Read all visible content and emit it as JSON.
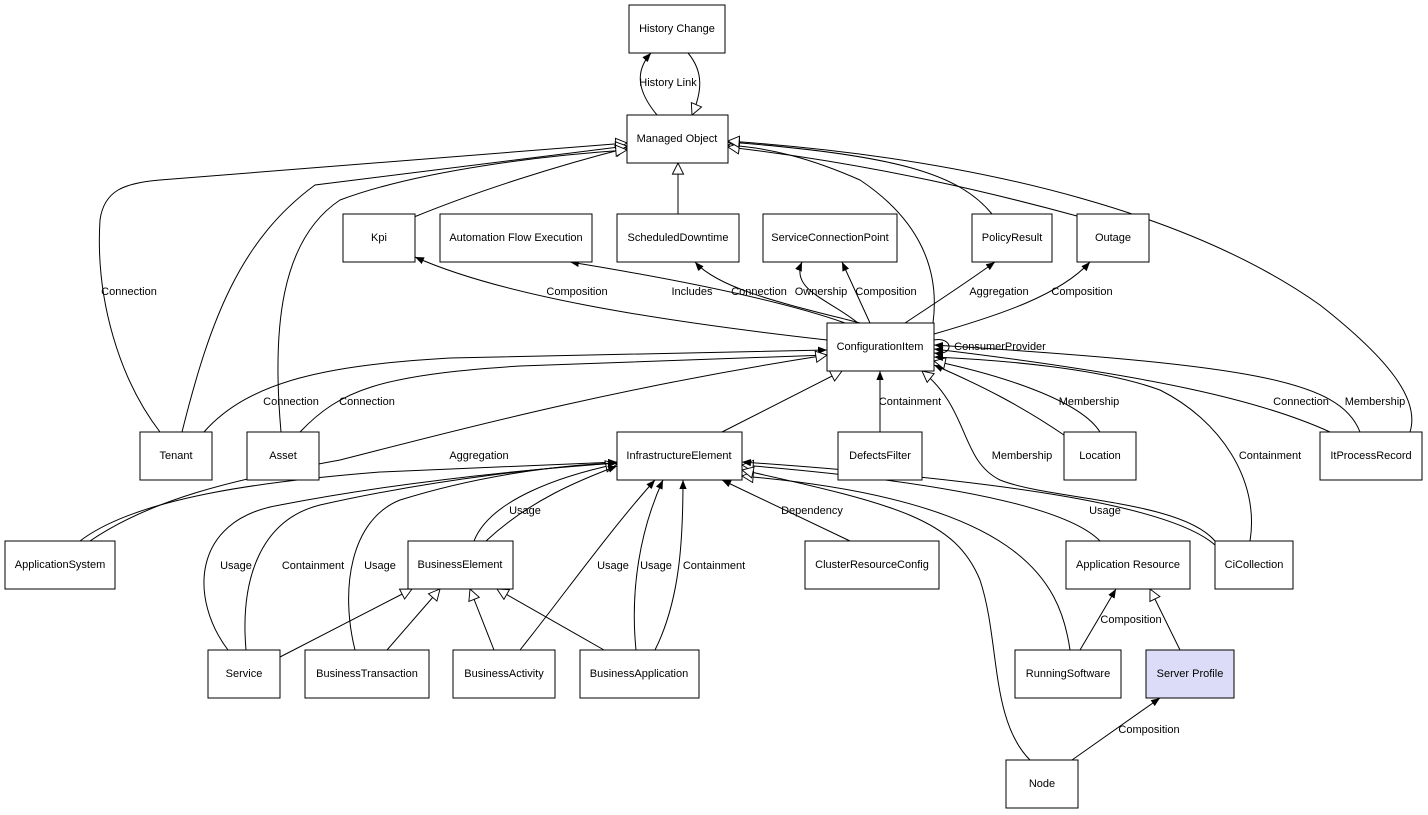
{
  "diagram": {
    "nodes": [
      {
        "id": "history_change",
        "label": "History Change"
      },
      {
        "id": "managed_object",
        "label": "Managed Object"
      },
      {
        "id": "kpi",
        "label": "Kpi"
      },
      {
        "id": "automation_flow_execution",
        "label": "Automation Flow Execution"
      },
      {
        "id": "scheduled_downtime",
        "label": "ScheduledDowntime"
      },
      {
        "id": "service_connection_point",
        "label": "ServiceConnectionPoint"
      },
      {
        "id": "policy_result",
        "label": "PolicyResult"
      },
      {
        "id": "outage",
        "label": "Outage"
      },
      {
        "id": "configuration_item",
        "label": "ConfigurationItem"
      },
      {
        "id": "tenant",
        "label": "Tenant"
      },
      {
        "id": "asset",
        "label": "Asset"
      },
      {
        "id": "infrastructure_element",
        "label": "InfrastructureElement"
      },
      {
        "id": "defects_filter",
        "label": "DefectsFilter"
      },
      {
        "id": "location",
        "label": "Location"
      },
      {
        "id": "it_process_record",
        "label": "ItProcessRecord"
      },
      {
        "id": "application_system",
        "label": "ApplicationSystem"
      },
      {
        "id": "business_element",
        "label": "BusinessElement"
      },
      {
        "id": "cluster_resource_config",
        "label": "ClusterResourceConfig"
      },
      {
        "id": "application_resource",
        "label": "Application Resource"
      },
      {
        "id": "ci_collection",
        "label": "CiCollection"
      },
      {
        "id": "service",
        "label": "Service"
      },
      {
        "id": "business_transaction",
        "label": "BusinessTransaction"
      },
      {
        "id": "business_activity",
        "label": "BusinessActivity"
      },
      {
        "id": "business_application",
        "label": "BusinessApplication"
      },
      {
        "id": "running_software",
        "label": "RunningSoftware"
      },
      {
        "id": "server_profile",
        "label": "Server Profile"
      },
      {
        "id": "node",
        "label": "Node"
      }
    ],
    "edges": [
      {
        "id": "e_hist_link",
        "from": "managed_object",
        "to": "history_change",
        "label": "History Link",
        "kind": "association"
      },
      {
        "id": "e_hist_inherit",
        "from": "history_change",
        "to": "managed_object",
        "label": "",
        "kind": "inheritance"
      },
      {
        "id": "e_sched_mo",
        "from": "scheduled_downtime",
        "to": "managed_object",
        "label": "",
        "kind": "inheritance"
      },
      {
        "id": "e_kpi_mo",
        "from": "kpi",
        "to": "managed_object",
        "label": "",
        "kind": "inheritance"
      },
      {
        "id": "e_tenant_mo",
        "from": "tenant",
        "to": "managed_object",
        "label": "Connection",
        "kind": "inheritance"
      },
      {
        "id": "e_tenant_mo2",
        "from": "tenant",
        "to": "managed_object",
        "label": "",
        "kind": "inheritance"
      },
      {
        "id": "e_asset_mo",
        "from": "asset",
        "to": "managed_object",
        "label": "",
        "kind": "inheritance"
      },
      {
        "id": "e_ci_mo",
        "from": "configuration_item",
        "to": "managed_object",
        "label": "",
        "kind": "inheritance"
      },
      {
        "id": "e_policy_mo",
        "from": "policy_result",
        "to": "managed_object",
        "label": "",
        "kind": "inheritance"
      },
      {
        "id": "e_outage_mo",
        "from": "outage",
        "to": "managed_object",
        "label": "",
        "kind": "inheritance"
      },
      {
        "id": "e_itpr_mo",
        "from": "it_process_record",
        "to": "managed_object",
        "label": "",
        "kind": "inheritance"
      },
      {
        "id": "e_ci_kpi",
        "from": "configuration_item",
        "to": "kpi",
        "label": "Composition",
        "kind": "association"
      },
      {
        "id": "e_ci_afe",
        "from": "configuration_item",
        "to": "automation_flow_execution",
        "label": "Includes",
        "kind": "association"
      },
      {
        "id": "e_ci_sched",
        "from": "configuration_item",
        "to": "scheduled_downtime",
        "label": "Connection",
        "kind": "association"
      },
      {
        "id": "e_ci_scp_own",
        "from": "configuration_item",
        "to": "service_connection_point",
        "label": "Ownership",
        "kind": "association"
      },
      {
        "id": "e_ci_scp_comp",
        "from": "configuration_item",
        "to": "service_connection_point",
        "label": "Composition",
        "kind": "association"
      },
      {
        "id": "e_ci_policy",
        "from": "configuration_item",
        "to": "policy_result",
        "label": "Aggregation",
        "kind": "association"
      },
      {
        "id": "e_ci_outage",
        "from": "configuration_item",
        "to": "outage",
        "label": "Composition",
        "kind": "association"
      },
      {
        "id": "e_ci_self",
        "from": "configuration_item",
        "to": "configuration_item",
        "label": "ConsumerProvider",
        "kind": "association"
      },
      {
        "id": "e_tenant_ci",
        "from": "tenant",
        "to": "configuration_item",
        "label": "Connection",
        "kind": "association"
      },
      {
        "id": "e_asset_ci",
        "from": "asset",
        "to": "configuration_item",
        "label": "Connection",
        "kind": "association"
      },
      {
        "id": "e_ie_ci",
        "from": "infrastructure_element",
        "to": "configuration_item",
        "label": "",
        "kind": "inheritance"
      },
      {
        "id": "e_df_ci",
        "from": "defects_filter",
        "to": "configuration_item",
        "label": "Containment",
        "kind": "association"
      },
      {
        "id": "e_loc_ci_mem",
        "from": "location",
        "to": "configuration_item",
        "label": "Membership",
        "kind": "association"
      },
      {
        "id": "e_loc_ci",
        "from": "location",
        "to": "configuration_item",
        "label": "",
        "kind": "inheritance"
      },
      {
        "id": "e_itpr_ci_conn",
        "from": "it_process_record",
        "to": "configuration_item",
        "label": "Connection",
        "kind": "association"
      },
      {
        "id": "e_itpr_ci_mem",
        "from": "it_process_record",
        "to": "configuration_item",
        "label": "Membership",
        "kind": "association"
      },
      {
        "id": "e_cic_ci_mem",
        "from": "ci_collection",
        "to": "configuration_item",
        "label": "Membership",
        "kind": "inheritance"
      },
      {
        "id": "e_cic_ci_cont",
        "from": "ci_collection",
        "to": "configuration_item",
        "label": "Containment",
        "kind": "association"
      },
      {
        "id": "e_as_ci",
        "from": "application_system",
        "to": "configuration_item",
        "label": "Aggregation",
        "kind": "inheritance"
      },
      {
        "id": "e_as_ie",
        "from": "application_system",
        "to": "infrastructure_element",
        "label": "",
        "kind": "association"
      },
      {
        "id": "e_be_ie",
        "from": "business_element",
        "to": "infrastructure_element",
        "label": "",
        "kind": "inheritance"
      },
      {
        "id": "e_be_ie_usage",
        "from": "business_element",
        "to": "infrastructure_element",
        "label": "Usage",
        "kind": "association"
      },
      {
        "id": "e_crc_ie",
        "from": "cluster_resource_config",
        "to": "infrastructure_element",
        "label": "Dependency",
        "kind": "association"
      },
      {
        "id": "e_ar_ie",
        "from": "application_resource",
        "to": "infrastructure_element",
        "label": "",
        "kind": "inheritance"
      },
      {
        "id": "e_cic_ie",
        "from": "ci_collection",
        "to": "infrastructure_element",
        "label": "Usage",
        "kind": "association"
      },
      {
        "id": "e_svc_ie_usage",
        "from": "service",
        "to": "infrastructure_element",
        "label": "Usage",
        "kind": "association"
      },
      {
        "id": "e_svc_ie_cont",
        "from": "service",
        "to": "infrastructure_element",
        "label": "Containment",
        "kind": "association"
      },
      {
        "id": "e_bt_ie",
        "from": "business_transaction",
        "to": "infrastructure_element",
        "label": "Usage",
        "kind": "association"
      },
      {
        "id": "e_ba_ie",
        "from": "business_activity",
        "to": "infrastructure_element",
        "label": "Usage",
        "kind": "association"
      },
      {
        "id": "e_bapp_ie_usage",
        "from": "business_application",
        "to": "infrastructure_element",
        "label": "Usage",
        "kind": "association"
      },
      {
        "id": "e_bapp_ie_cont",
        "from": "business_application",
        "to": "infrastructure_element",
        "label": "Containment",
        "kind": "association"
      },
      {
        "id": "e_rs_ie",
        "from": "running_software",
        "to": "infrastructure_element",
        "label": "",
        "kind": "inheritance"
      },
      {
        "id": "e_node_ie",
        "from": "node",
        "to": "infrastructure_element",
        "label": "",
        "kind": "inheritance"
      },
      {
        "id": "e_svc_be",
        "from": "service",
        "to": "business_element",
        "label": "",
        "kind": "inheritance"
      },
      {
        "id": "e_bt_be",
        "from": "business_transaction",
        "to": "business_element",
        "label": "",
        "kind": "inheritance"
      },
      {
        "id": "e_ba_be",
        "from": "business_activity",
        "to": "business_element",
        "label": "",
        "kind": "inheritance"
      },
      {
        "id": "e_bapp_be",
        "from": "business_application",
        "to": "business_element",
        "label": "",
        "kind": "inheritance"
      },
      {
        "id": "e_rs_ar",
        "from": "running_software",
        "to": "application_resource",
        "label": "Composition",
        "kind": "association"
      },
      {
        "id": "e_sp_ar",
        "from": "server_profile",
        "to": "application_resource",
        "label": "",
        "kind": "inheritance"
      },
      {
        "id": "e_node_sp",
        "from": "node",
        "to": "server_profile",
        "label": "Composition",
        "kind": "association"
      }
    ]
  }
}
